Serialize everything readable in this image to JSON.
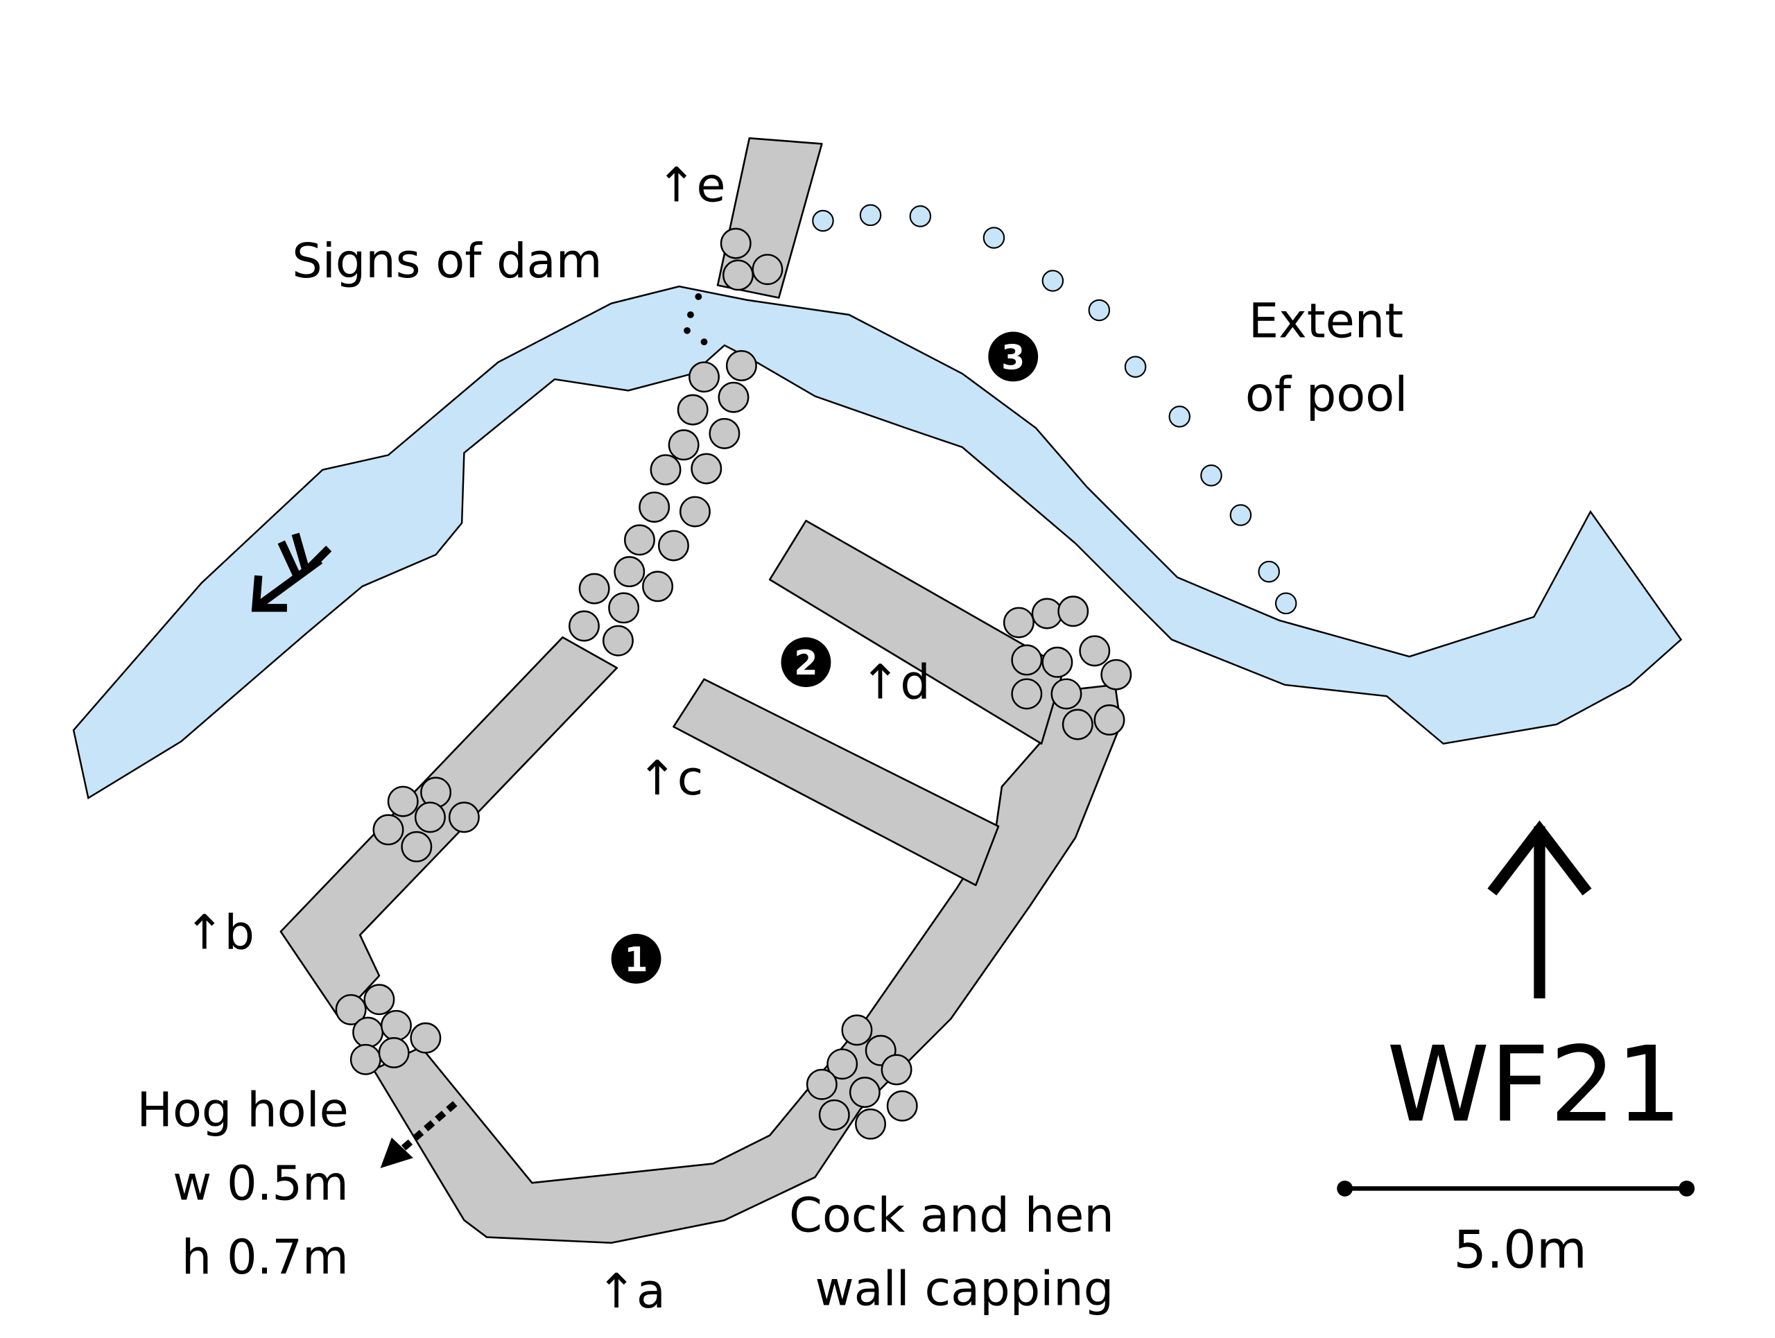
{
  "title": "WF21",
  "colors": {
    "water": "#c8e4f8",
    "wall": "#c8c8c8",
    "outline": "#000000"
  },
  "labels": {
    "signs_of_dam": "Signs of dam",
    "extent_line1": "Extent",
    "extent_line2": "of pool",
    "hog_line1": "Hog hole",
    "hog_line2": "w 0.5m",
    "hog_line3": "h 0.7m",
    "capping_line1": "Cock and hen",
    "capping_line2": "wall capping"
  },
  "viewpoints": {
    "a": "↑a",
    "b": "↑b",
    "c": "↑c",
    "d": "↑d",
    "e": "↑e"
  },
  "markers": {
    "one": "1",
    "two": "2",
    "three": "3"
  },
  "scale": {
    "label": "5.0m"
  },
  "icons": {
    "north": "north-arrow-icon",
    "flow": "flow-direction-arrow-icon"
  }
}
